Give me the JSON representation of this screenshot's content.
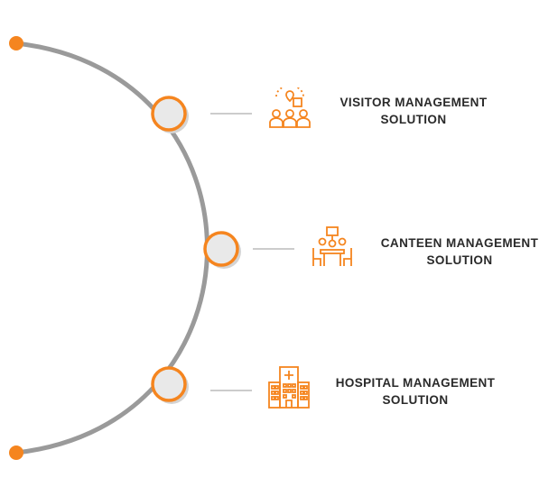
{
  "colors": {
    "accent": "#f5851f",
    "arc": "#9a9a9a",
    "connector": "#cccccc",
    "node_fill": "#e9e9e9",
    "text": "#2a2a2a"
  },
  "items": [
    {
      "line1": "VISITOR MANAGEMENT",
      "line2": "SOLUTION",
      "icon": "visitors-icon"
    },
    {
      "line1": "CANTEEN MANAGEMENT",
      "line2": "SOLUTION",
      "icon": "canteen-icon"
    },
    {
      "line1": "HOSPITAL MANAGEMENT",
      "line2": "SOLUTION",
      "icon": "hospital-icon"
    }
  ]
}
